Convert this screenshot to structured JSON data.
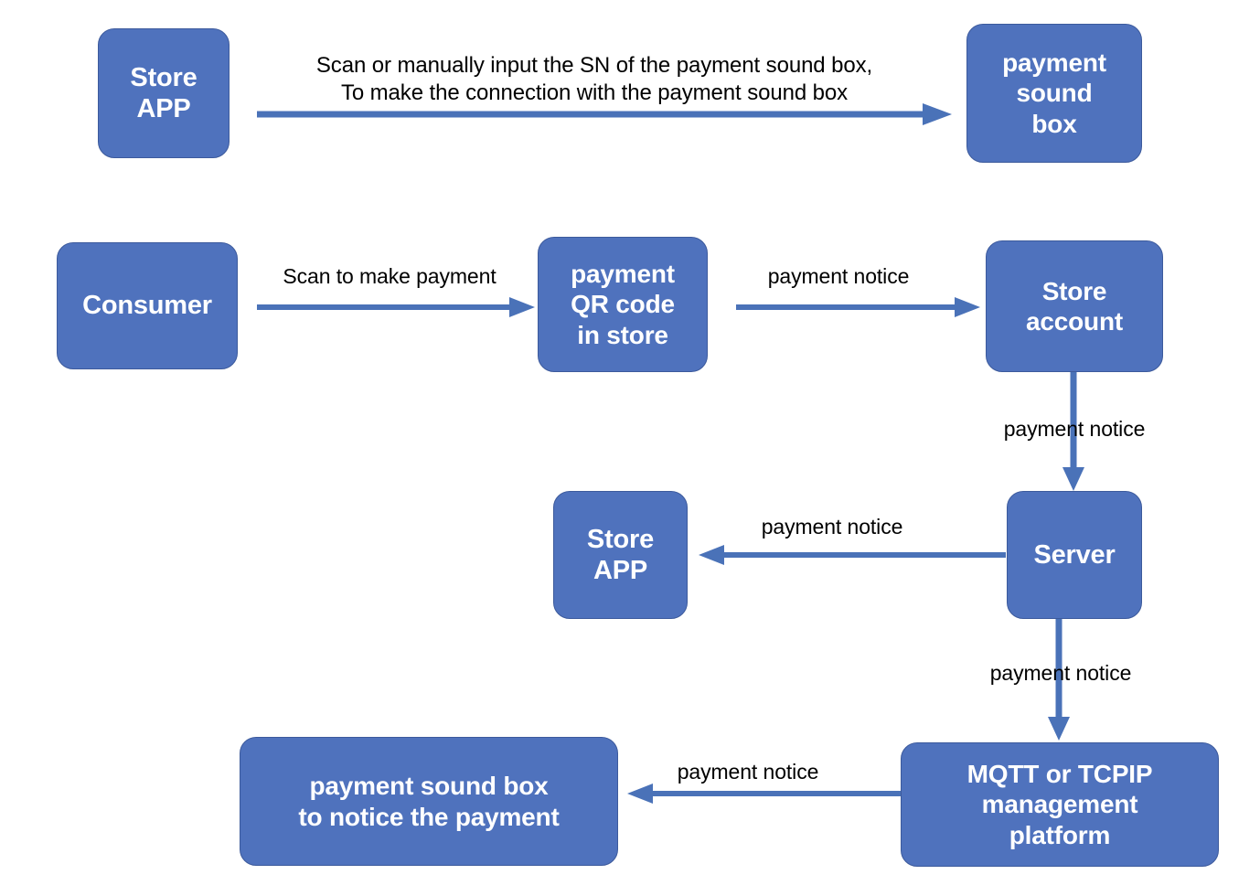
{
  "diagram": {
    "title": "Payment sound box notification flow",
    "accent_color": "#4f72bd",
    "border_color": "#3c5a9c",
    "arrow_color": "#4a72b8",
    "label_color": "#000000",
    "node_text_color": "#ffffff",
    "background": "#ffffff"
  },
  "nodes": {
    "store_app_top": "Store\nAPP",
    "payment_sound_box": "payment\nsound\nbox",
    "consumer": "Consumer",
    "payment_qr_code": "payment\nQR code\nin store",
    "store_account": "Store\naccount",
    "store_app_mid": "Store\nAPP",
    "server": "Server",
    "payment_sound_box_notice": "payment sound box\nto notice the payment",
    "mqtt_platform": "MQTT or TCPIP\nmanagement\nplatform"
  },
  "edges": {
    "scan_sn": "Scan or manually input the SN of the payment sound box,\nTo make the connection with the payment sound box",
    "scan_to_pay": "Scan to make payment",
    "qr_to_account": "payment notice",
    "account_to_server": "payment  notice",
    "server_to_storeapp": "payment notice",
    "server_to_mqtt": "payment notice",
    "mqtt_to_soundbox": "payment notice"
  }
}
